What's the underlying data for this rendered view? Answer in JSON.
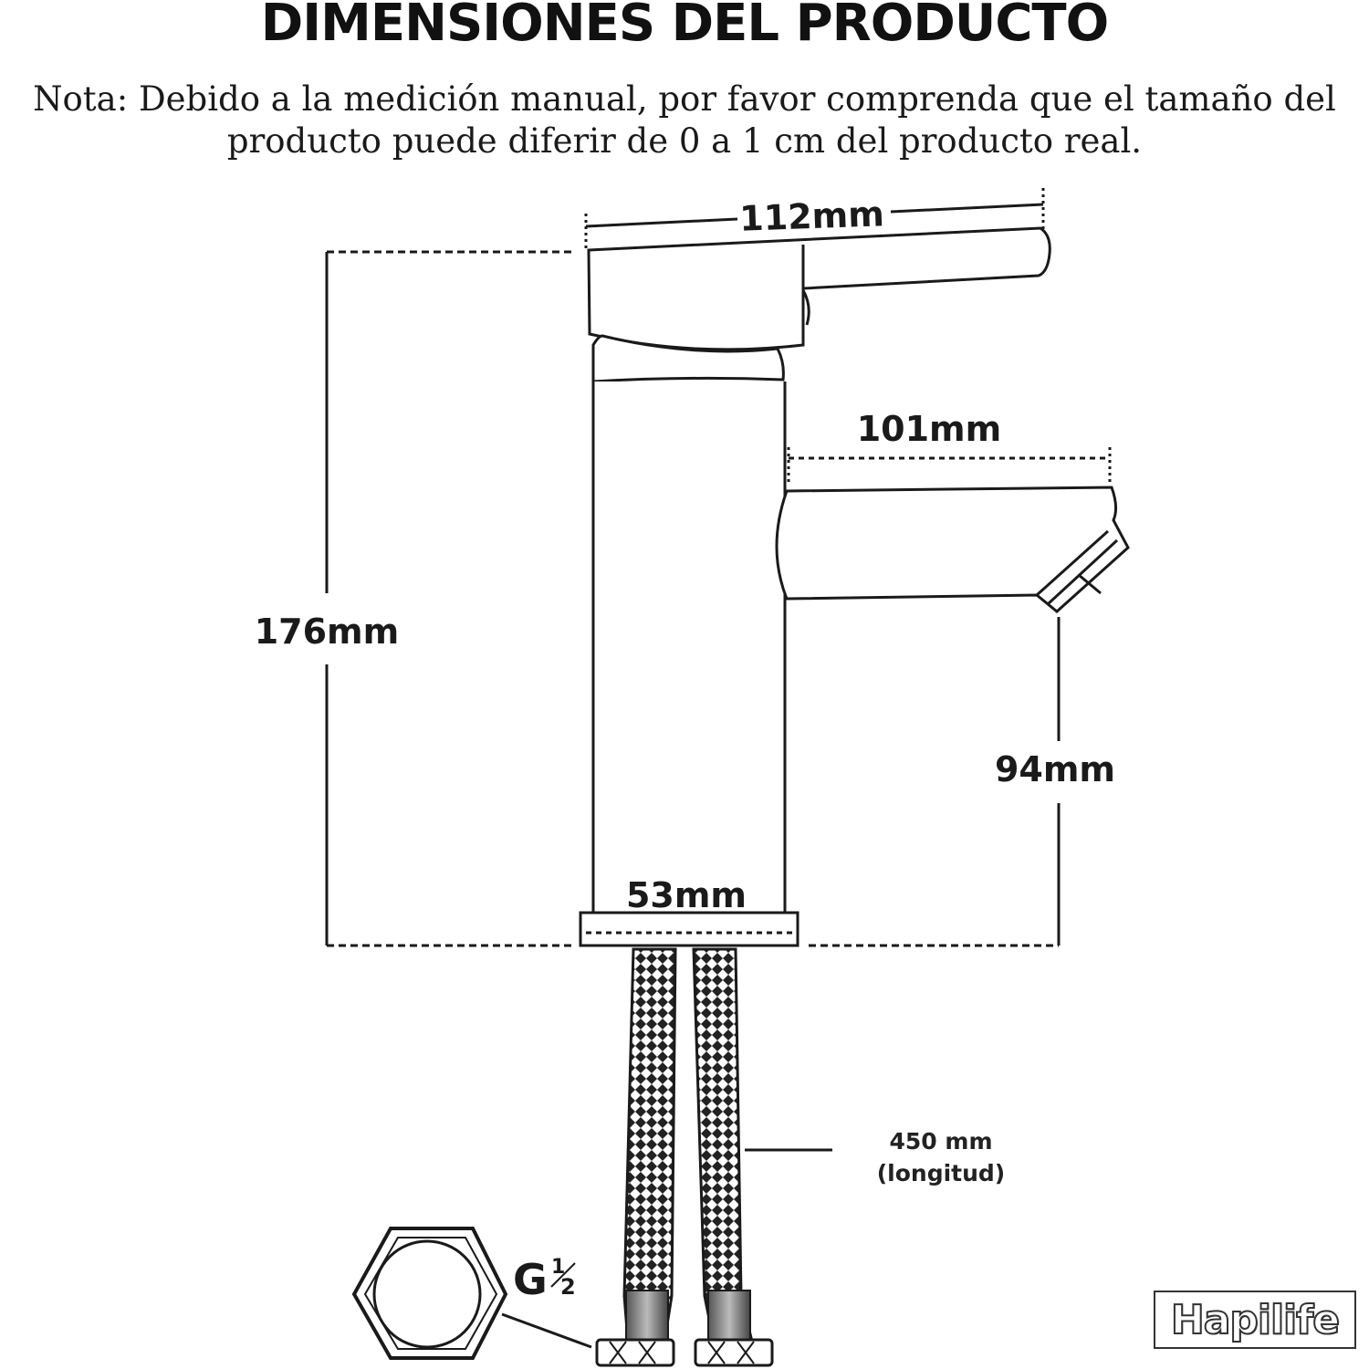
{
  "title": "DIMENSIONES DEL PRODUCTO",
  "note": {
    "line1": "Nota: Debido a la medición manual, por favor comprenda que el tamaño del",
    "line2": "producto puede diferir de 0 a 1 cm del producto real."
  },
  "dimensions": {
    "handle_length": "112mm",
    "total_height": "176mm",
    "spout_length": "101mm",
    "spout_height": "94mm",
    "base_diameter": "53mm",
    "hose_length": "450 mm",
    "hose_length_note": "(longitud)"
  },
  "thread": {
    "letter": "G",
    "numerator": "1",
    "denominator": "2"
  },
  "brand": "Hapilife",
  "colors": {
    "line": "#1a1a1a",
    "background": "#ffffff"
  }
}
